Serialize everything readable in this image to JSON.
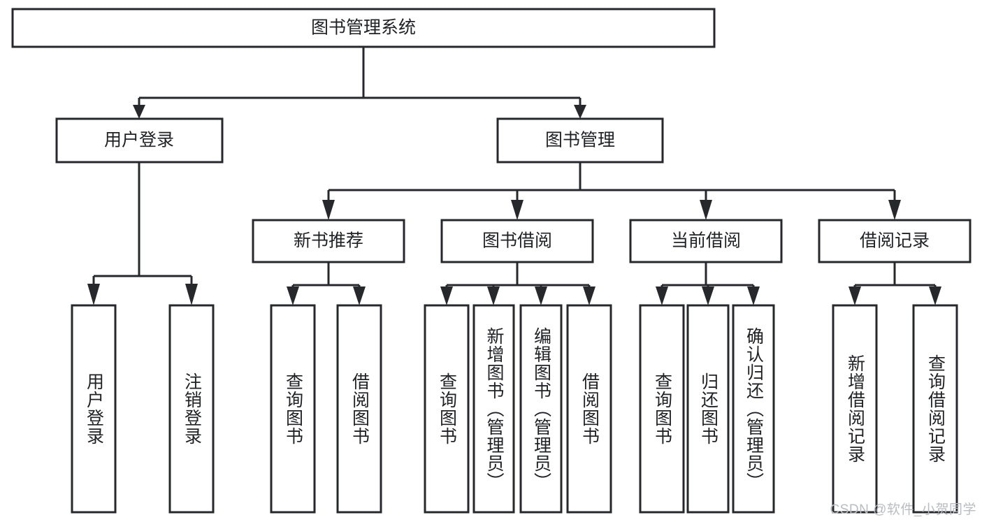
{
  "diagram": {
    "title": "图书管理系统",
    "type": "tree-hierarchy-diagram",
    "colors": {
      "stroke": "#26282b",
      "fill": "#ffffff",
      "text": "#1f2124",
      "watermark": "#b9bcc0",
      "background": "#ffffff"
    },
    "root": {
      "label": "图书管理系统"
    },
    "level2": [
      {
        "label": "用户登录"
      },
      {
        "label": "图书管理"
      }
    ],
    "level3": [
      {
        "label": "新书推荐"
      },
      {
        "label": "图书借阅"
      },
      {
        "label": "当前借阅"
      },
      {
        "label": "借阅记录"
      }
    ],
    "leaves": {
      "user_login": [
        {
          "label": "用户登录"
        },
        {
          "label": "注销登录"
        }
      ],
      "new_book_recommend": [
        {
          "label": "查询图书"
        },
        {
          "label": "借阅图书"
        }
      ],
      "book_borrow": [
        {
          "label": "查询图书"
        },
        {
          "label": "新增图书（管理员）"
        },
        {
          "label": "编辑图书（管理员）"
        },
        {
          "label": "借阅图书"
        }
      ],
      "current_borrow": [
        {
          "label": "查询图书"
        },
        {
          "label": "归还图书"
        },
        {
          "label": "确认归还（管理员）"
        }
      ],
      "borrow_record": [
        {
          "label": "新增借阅记录"
        },
        {
          "label": "查询借阅记录"
        }
      ]
    },
    "watermark": "CSDN @软件_小贺同学"
  }
}
